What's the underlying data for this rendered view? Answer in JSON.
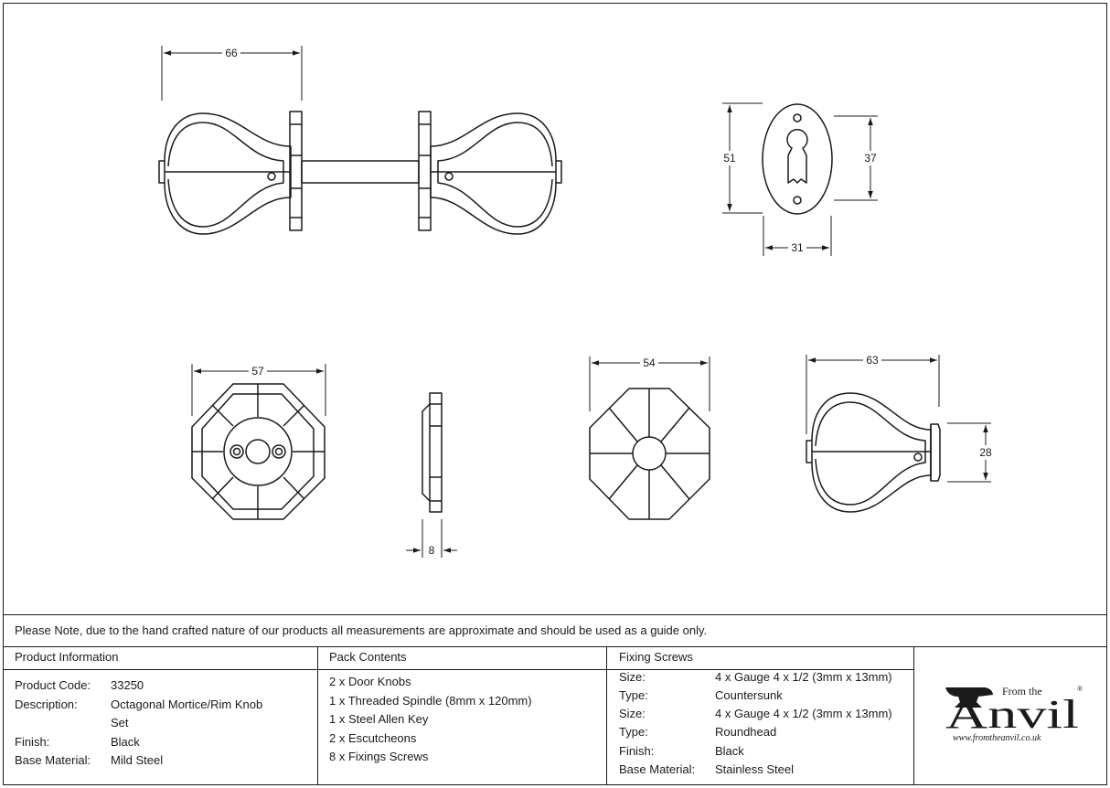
{
  "dimensions": {
    "knob_set_length": "66",
    "escutcheon_height": "51",
    "keyhole_span": "37",
    "escutcheon_width": "31",
    "rose_width": "57",
    "rose_thickness": "8",
    "escutcheon_cover_width": "54",
    "knob_length": "63",
    "knob_neck": "28"
  },
  "note": "Please Note, due to the hand crafted nature of our products all measurements are approximate and should be used as a guide only.",
  "product_info": {
    "heading": "Product Information",
    "rows": [
      {
        "label": "Product Code:",
        "value": "33250"
      },
      {
        "label": "Description:",
        "value": "Octagonal Mortice/Rim Knob"
      },
      {
        "label": "",
        "value": "Set"
      },
      {
        "label": "Finish:",
        "value": "Black"
      },
      {
        "label": "Base Material:",
        "value": "Mild Steel"
      }
    ]
  },
  "pack_contents": {
    "heading": "Pack Contents",
    "items": [
      "2 x Door Knobs",
      "1 x Threaded Spindle (8mm x 120mm)",
      "1 x Steel Allen Key",
      "2 x Escutcheons",
      "8 x Fixings Screws"
    ]
  },
  "fixing_screws": {
    "heading": "Fixing Screws",
    "rows": [
      {
        "label": "Size:",
        "value": "4 x Gauge 4 x 1/2 (3mm x 13mm)"
      },
      {
        "label": "Type:",
        "value": "Countersunk"
      },
      {
        "label": "Size:",
        "value": "4 x Gauge 4 x 1/2 (3mm x 13mm)"
      },
      {
        "label": "Type:",
        "value": "Roundhead"
      },
      {
        "label": "Finish:",
        "value": "Black"
      },
      {
        "label": "Base Material:",
        "value": "Stainless Steel"
      }
    ]
  },
  "logo": {
    "from_the": "From the",
    "brand": "Anvil",
    "registered": "®",
    "url": "www.fromtheanvil.co.uk"
  }
}
